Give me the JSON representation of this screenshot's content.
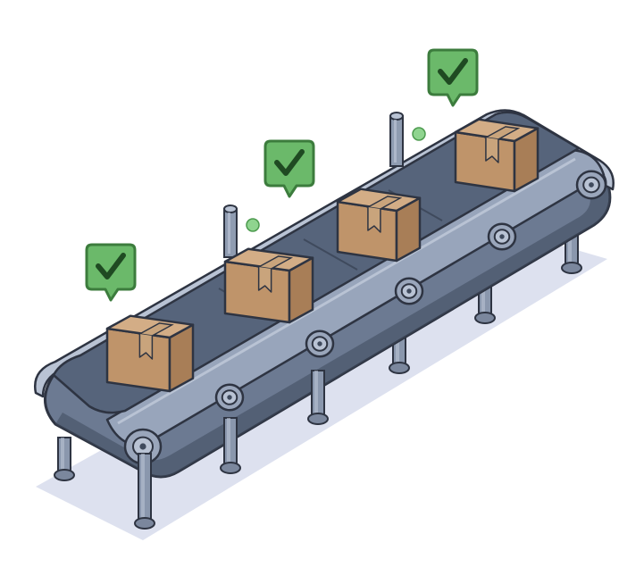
{
  "colors": {
    "background": "#ffffff",
    "floor_shadow": "#dde1ef",
    "outline": "#2e3442",
    "frame_front": "#6c7a92",
    "frame_rail": "#98a5bb",
    "frame_rail_highlight": "#b9c3d4",
    "belt_top": "#56647b",
    "belt_seam": "#3f4a5d",
    "roller": "#9aa6bb",
    "leg": "#8a97ad",
    "leg_foot": "#7b879d",
    "box_front": "#bf946a",
    "box_side": "#a87e57",
    "box_top": "#d3ad86",
    "box_tape": "#c9a47c",
    "badge_fill": "#6bb96a",
    "badge_border": "#3c7c3d",
    "check_mark": "#1f4a22",
    "sensor_post": "#8f9cb1",
    "sensor_dot": "#8fd48f"
  },
  "scene": {
    "conveyor": {
      "icon": "conveyor-belt",
      "boxes": [
        {
          "icon": "cardboard-box",
          "status": "checked"
        },
        {
          "icon": "cardboard-box",
          "status": "checked"
        },
        {
          "icon": "cardboard-box",
          "status": "checked"
        },
        {
          "icon": "cardboard-box",
          "status": "checked"
        }
      ],
      "sensors": [
        {
          "icon": "sensor-post"
        },
        {
          "icon": "sensor-post"
        }
      ],
      "check_badges": [
        {
          "icon": "check-badge"
        },
        {
          "icon": "check-badge"
        },
        {
          "icon": "check-badge"
        },
        {
          "icon": "check-badge"
        }
      ]
    }
  }
}
